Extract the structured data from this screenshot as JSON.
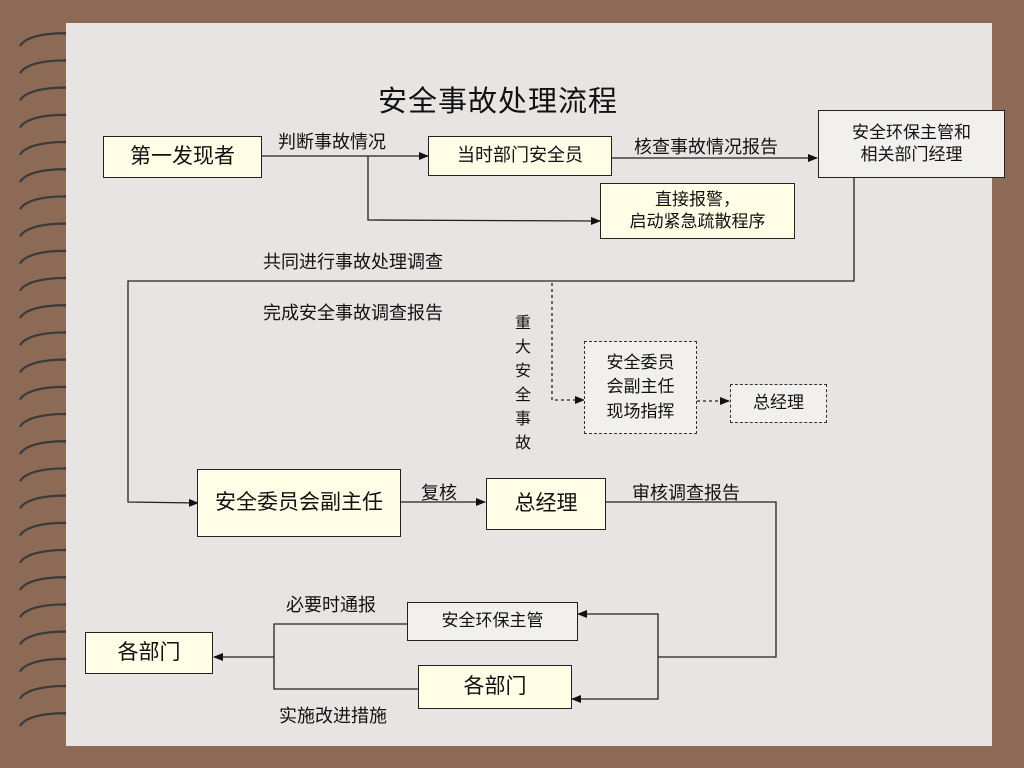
{
  "title": "安全事故处理流程",
  "nodes": {
    "first_finder": "第一发现者",
    "dept_safety_officer": "当时部门安全员",
    "ehs_manager_line1": "安全环保主管和",
    "ehs_manager_line2": "相关部门经理",
    "alarm_line1": "直接报警，",
    "alarm_line2": "启动紧急疏散程序",
    "vice_onsite_line1": "安全委员",
    "vice_onsite_line2": "会副主任",
    "vice_onsite_line3": "现场指挥",
    "gm_onsite": "总经理",
    "vice_chair": "安全委员会副主任",
    "gm": "总经理",
    "ehs_head": "安全环保主管",
    "depts_mid": "各部门",
    "depts_left": "各部门"
  },
  "labels": {
    "judge": "判断事故情况",
    "verify_report": "核查事故情况报告",
    "joint_investigation": "共同进行事故处理调查",
    "complete_report": "完成安全事故调查报告",
    "major_accident": [
      "重大",
      "安全",
      "事故"
    ],
    "review": "复核",
    "audit_report": "审核调查报告",
    "notify_if_needed": "必要时通报",
    "implement_improve": "实施改进措施"
  }
}
